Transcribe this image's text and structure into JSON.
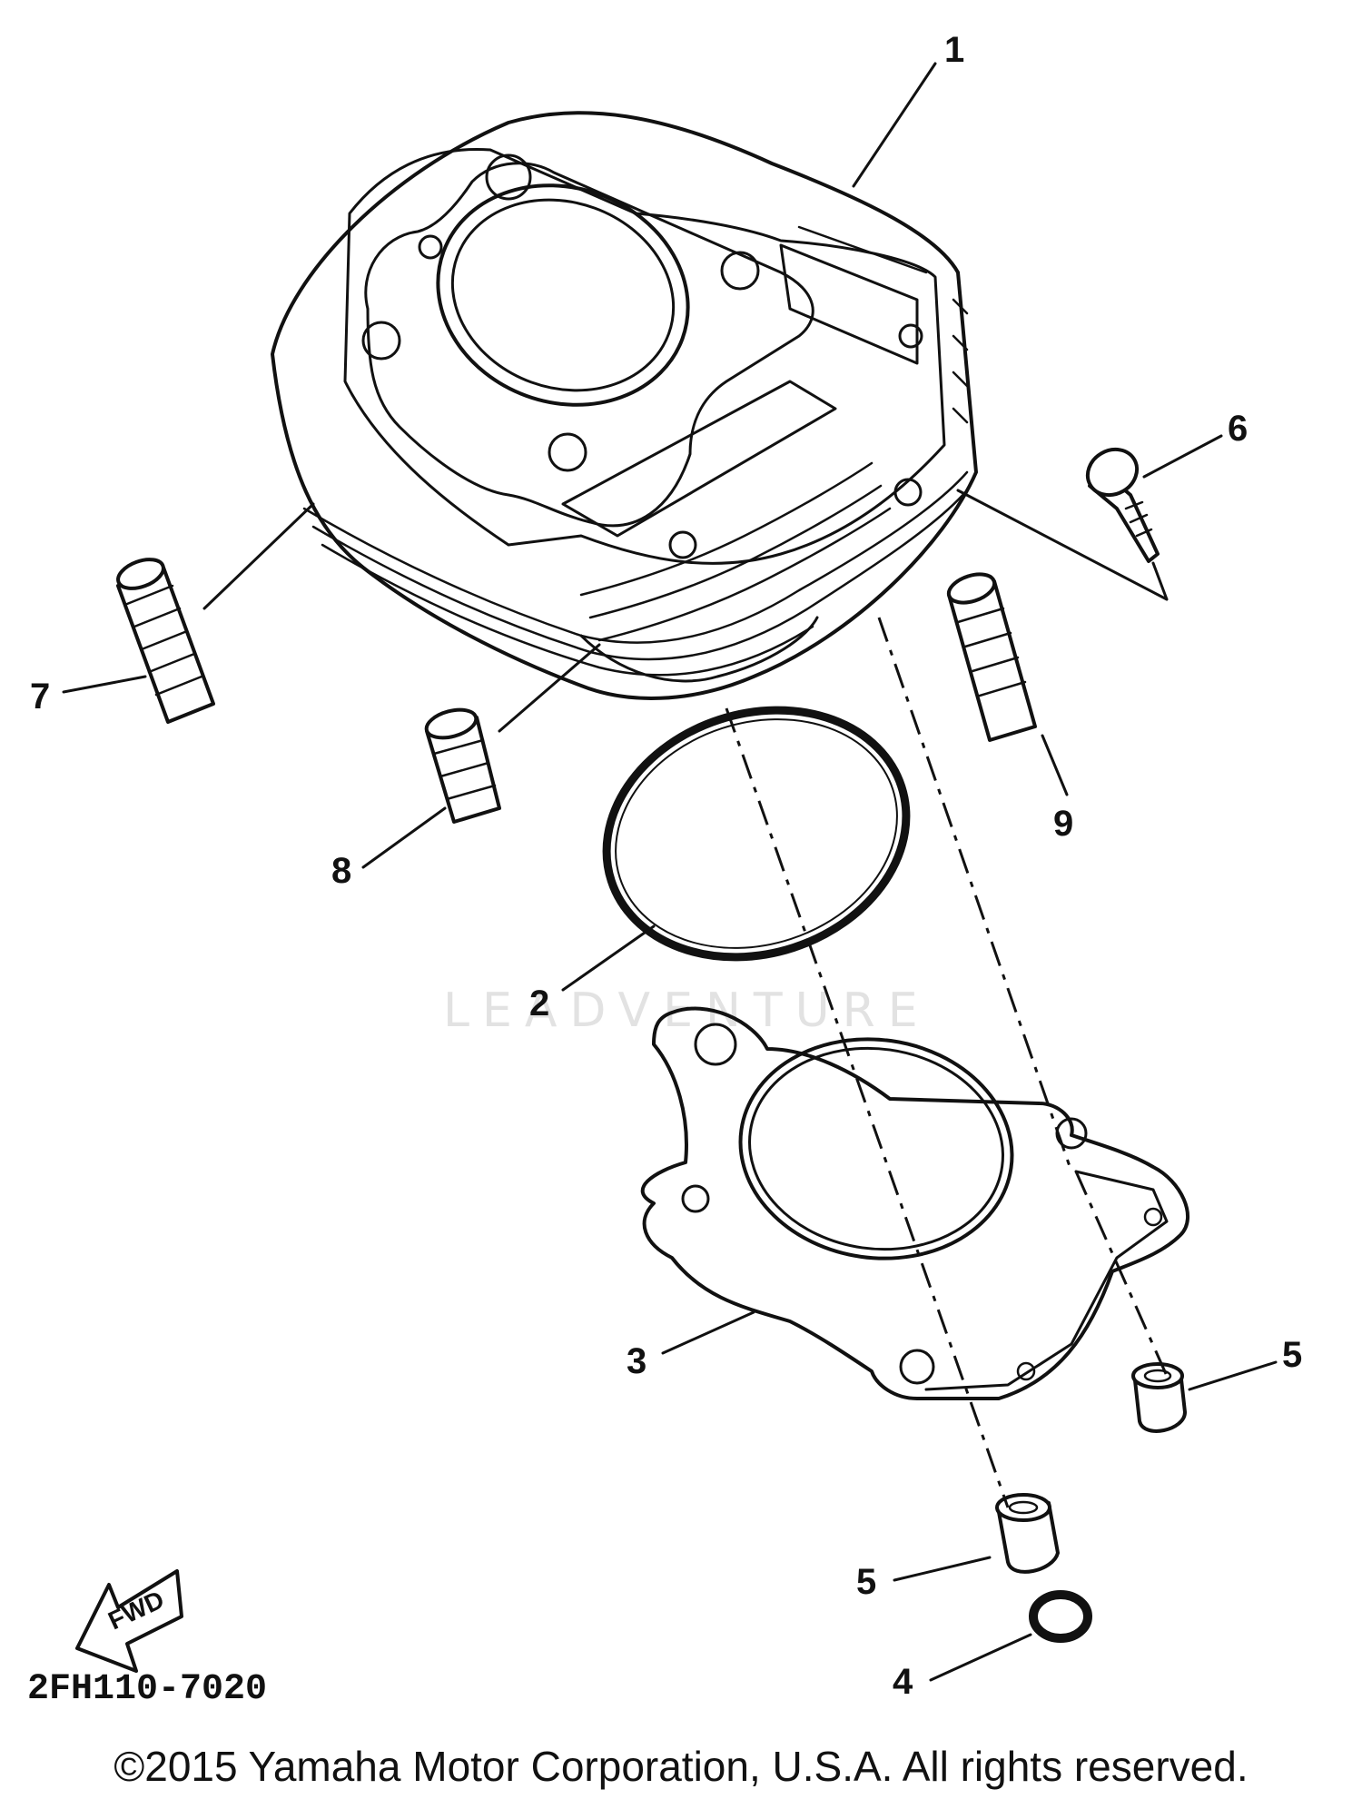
{
  "diagram": {
    "callouts": [
      "1",
      "2",
      "3",
      "4",
      "5",
      "5",
      "6",
      "7",
      "8",
      "9"
    ],
    "part_code": "2FH110-7020",
    "fwd_label": "FWD",
    "watermark": "LEADVENTURE"
  },
  "footer": {
    "copyright": "©2015 Yamaha Motor Corporation, U.S.A. All rights reserved."
  }
}
